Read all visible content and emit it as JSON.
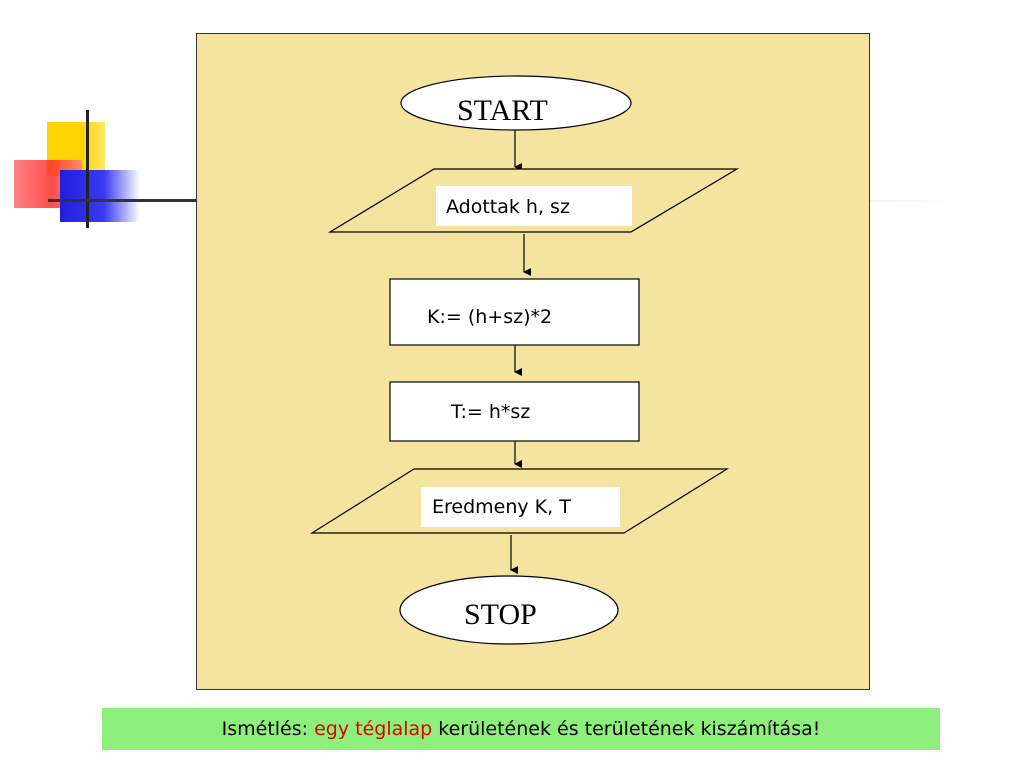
{
  "flowchart": {
    "start": "START",
    "input": "Adottak   h, sz",
    "process1": "K:= (h+sz)*2",
    "process2": "T:= h*sz",
    "output": "Eredmeny K, T",
    "stop": "STOP"
  },
  "footer": {
    "prefix": "Ismétlés: ",
    "highlight": "egy téglalap",
    "suffix": " kerületének és területének kiszámítása!"
  },
  "colors": {
    "panel_background": "#f5e3a0",
    "footer_background": "#8ef07c",
    "highlight_text": "#e00000"
  }
}
